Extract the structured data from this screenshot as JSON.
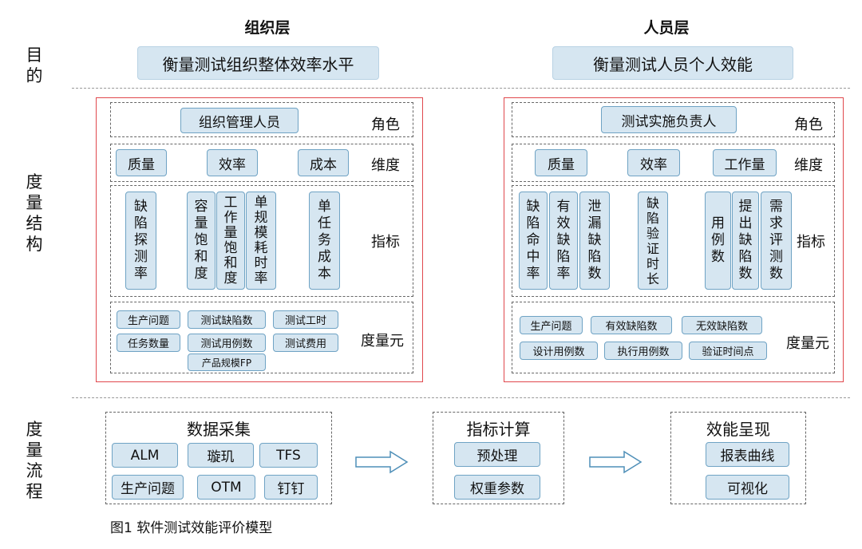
{
  "headers": {
    "org": "组织层",
    "person": "人员层"
  },
  "row_labels": {
    "goal": [
      "目",
      "的"
    ],
    "structure": [
      "度",
      "量",
      "结",
      "构"
    ],
    "process": [
      "度",
      "量",
      "流",
      "程"
    ]
  },
  "goals": {
    "org": "衡量测试组织整体效率水平",
    "person": "衡量测试人员个人效能"
  },
  "section_labels": {
    "role": "角色",
    "dimension": "维度",
    "indicator": "指标",
    "meta": "度量元"
  },
  "org": {
    "role": "组织管理人员",
    "dimensions": [
      "质量",
      "效率",
      "成本"
    ],
    "indicators": [
      [
        "缺",
        "陷",
        "探",
        "测",
        "率"
      ],
      [
        "容",
        "量",
        "饱",
        "和",
        "度"
      ],
      [
        "工",
        "作",
        "量",
        "饱",
        "和",
        "度"
      ],
      [
        "单",
        "规",
        "模",
        "耗",
        "时",
        "率"
      ],
      [
        "单",
        "任",
        "务",
        "成",
        "本"
      ]
    ],
    "metas": [
      "生产问题",
      "测试缺陷数",
      "测试工时",
      "任务数量",
      "测试用例数",
      "测试费用",
      "产品规模FP"
    ]
  },
  "person": {
    "role": "测试实施负责人",
    "dimensions": [
      "质量",
      "效率",
      "工作量"
    ],
    "indicators": [
      [
        "缺",
        "陷",
        "命",
        "中",
        "率"
      ],
      [
        "有",
        "效",
        "缺",
        "陷",
        "率"
      ],
      [
        "泄",
        "漏",
        "缺",
        "陷",
        "数"
      ],
      [
        "缺",
        "陷",
        "验",
        "证",
        "时",
        "长"
      ],
      [
        "用",
        "例",
        "数"
      ],
      [
        "提",
        "出",
        "缺",
        "陷",
        "数"
      ],
      [
        "需",
        "求",
        "评",
        "测",
        "数"
      ]
    ],
    "metas": [
      "生产问题",
      "有效缺陷数",
      "无效缺陷数",
      "设计用例数",
      "执行用例数",
      "验证时间点"
    ]
  },
  "process": {
    "collect": {
      "title": "数据采集",
      "items": [
        "ALM",
        "璇玑",
        "TFS",
        "生产问题",
        "OTM",
        "钉钉"
      ]
    },
    "compute": {
      "title": "指标计算",
      "items": [
        "预处理",
        "权重参数"
      ]
    },
    "present": {
      "title": "效能呈现",
      "items": [
        "报表曲线",
        "可视化"
      ]
    }
  },
  "caption": "图1 软件测试效能评价模型",
  "colors": {
    "pill_fill": "#d6e6f1",
    "pill_border": "#6fa3c4",
    "frame_red": "#e0484d",
    "arrow": "#4f8fb8"
  }
}
